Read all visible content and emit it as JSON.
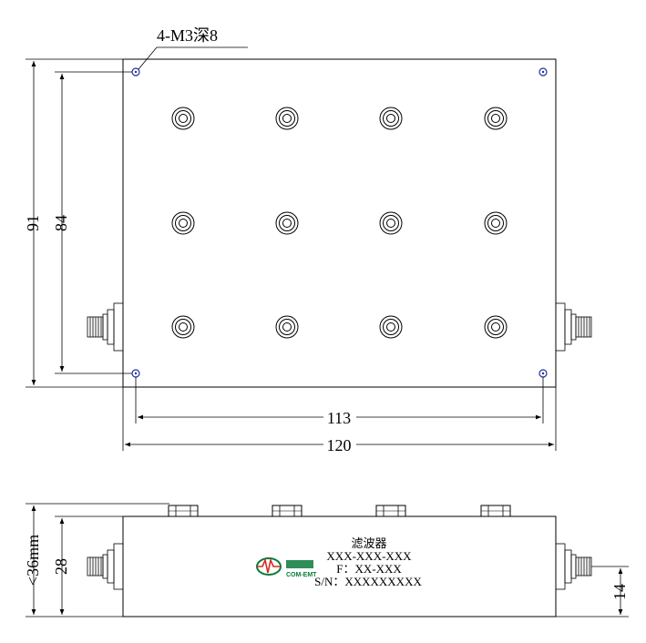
{
  "top_view": {
    "hole_callout": "4-M3深8",
    "dim_height_outer": "91",
    "dim_height_inner": "84",
    "dim_width_inner": "113",
    "dim_width_outer": "120"
  },
  "side_view": {
    "dim_height_total": "<36mm",
    "dim_height_body": "28",
    "dim_connector_height": "14",
    "label": {
      "name": "滤波器",
      "model": "XXX-XXX-XXX",
      "frequency": "F：XX-XXX",
      "serial": "S/N：XXXXXXXXX"
    },
    "brand_text": "COM-EMT"
  },
  "colors": {
    "hole_blue": "#1f2fa0",
    "logo_red": "#d62a20",
    "logo_green": "#0b7a3a"
  }
}
